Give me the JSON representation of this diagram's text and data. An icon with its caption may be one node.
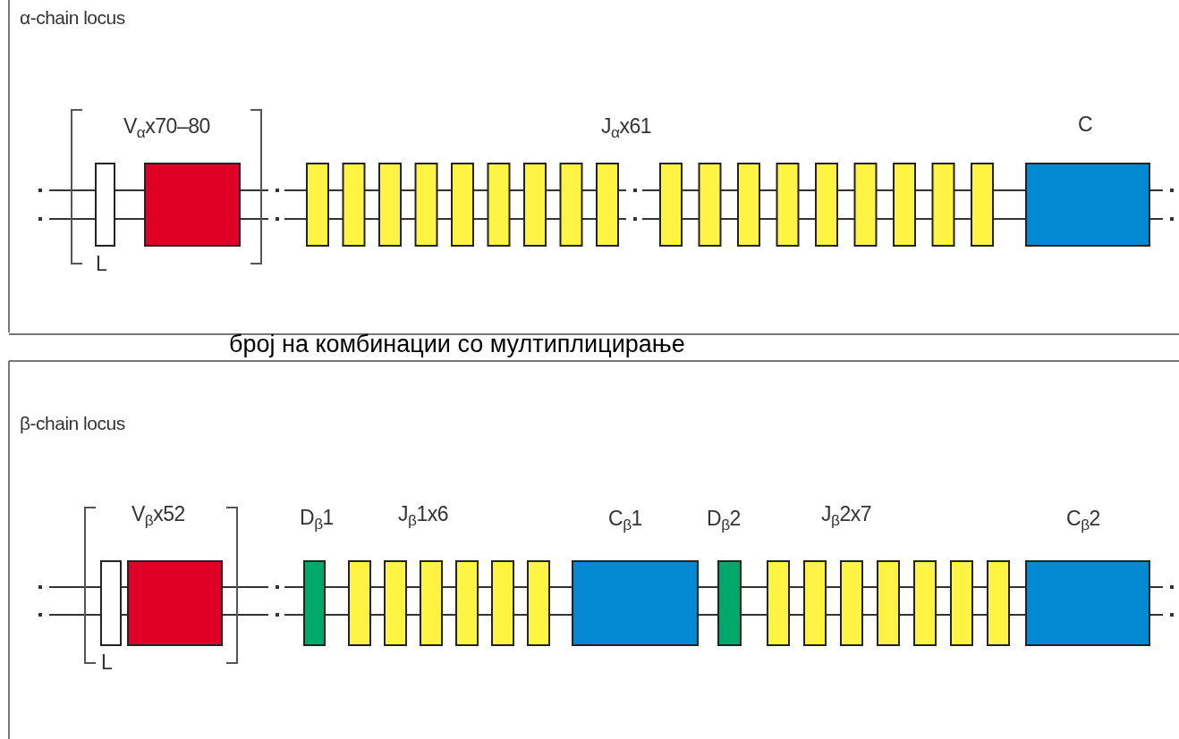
{
  "diagram": {
    "labels": [
      "α-chain locus",
      "V$_{α}$x70–80",
      "J$_{α}$x61",
      "C",
      "L",
      "број на комбинации со мултиплицирање",
      "β-chain locus",
      "V$_{β}$x52",
      "D$_{β}$1",
      "J$_{β}$1x6",
      "C$_{β}$1",
      "D$_{β}$2",
      "J$_{β}$2x7",
      "C$_{β}$2",
      "L"
    ]
  }
}
